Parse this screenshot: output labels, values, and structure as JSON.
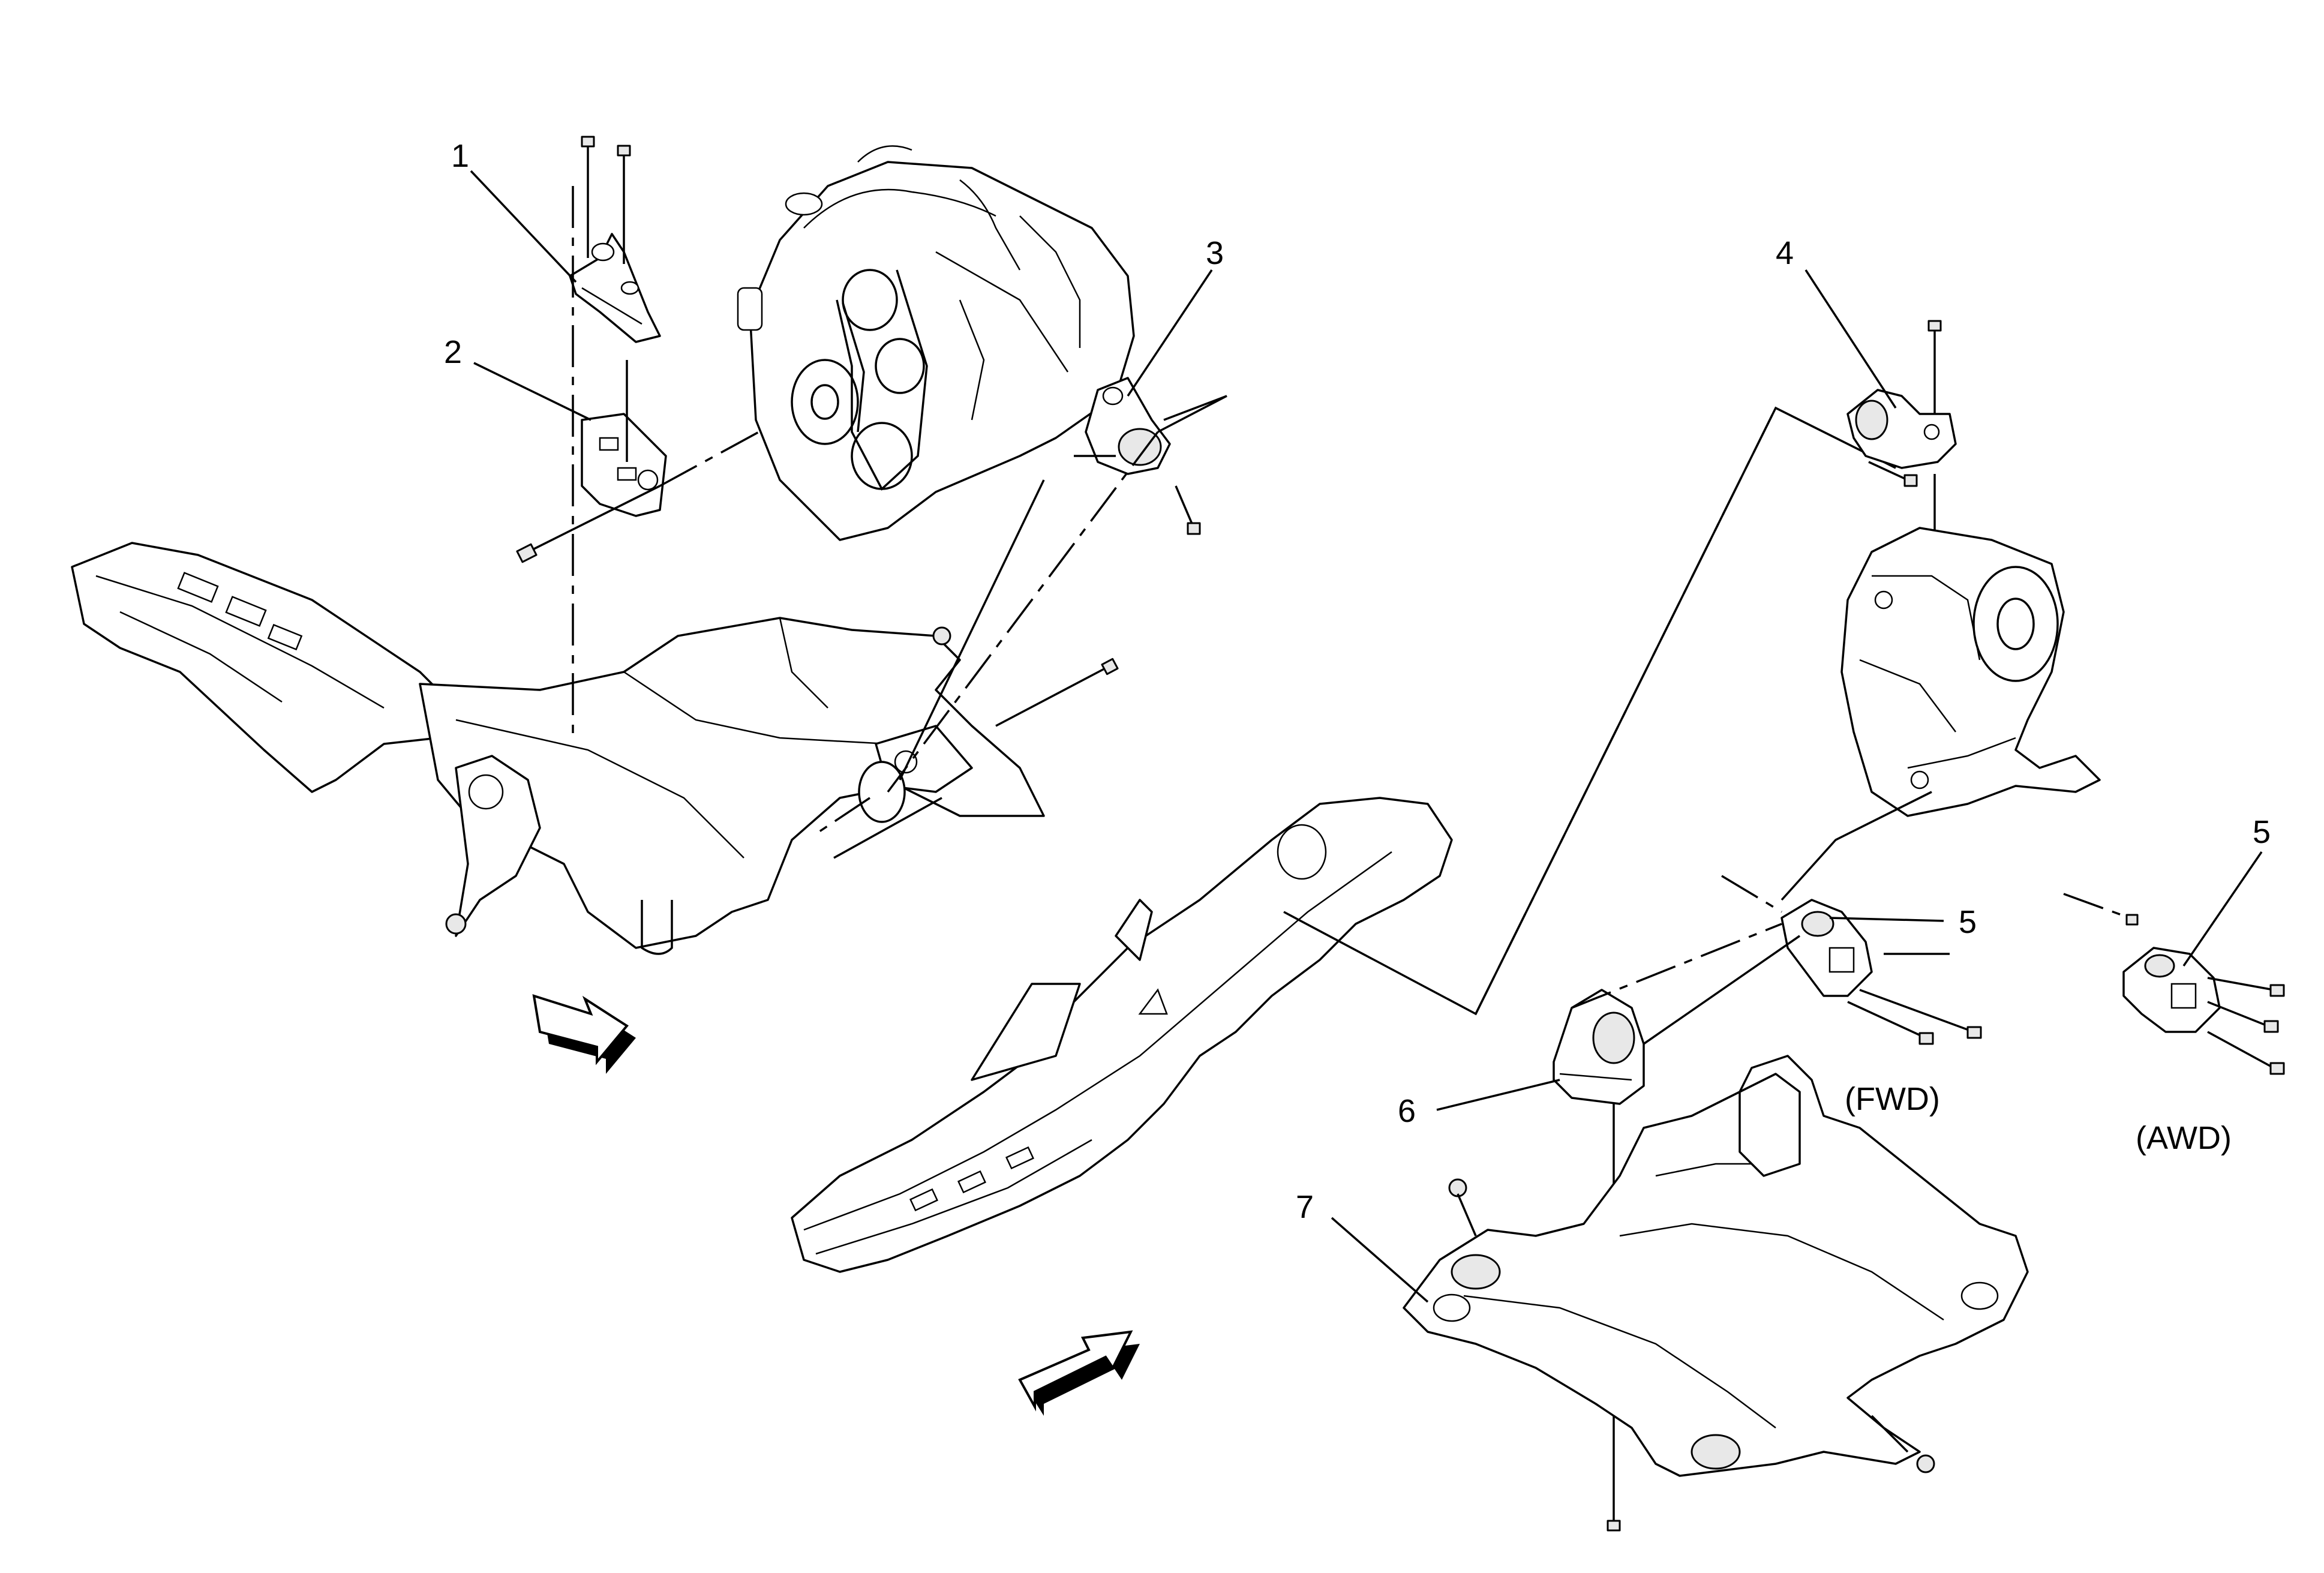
{
  "callouts": {
    "c1": "1",
    "c2": "2",
    "c3": "3",
    "c4": "4",
    "c5_fwd": "5",
    "c5_awd": "5",
    "c6": "6",
    "c7": "7"
  },
  "variants": {
    "fwd": "(FWD)",
    "awd": "(AWD)"
  }
}
